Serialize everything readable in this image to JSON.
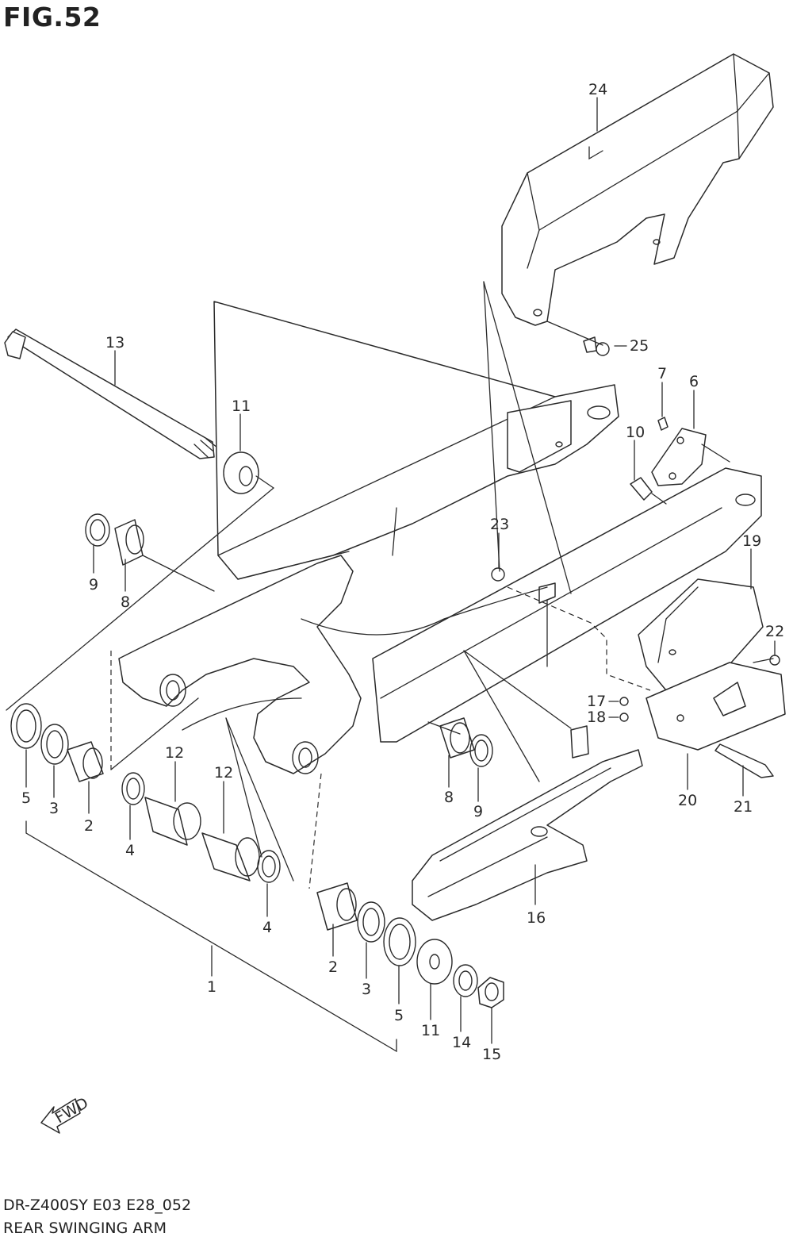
{
  "figure": {
    "title": "FIG.52",
    "model_code": "DR-Z400SY E03 E28_052",
    "section_name": "REAR SWINGING ARM",
    "fwd_marker": "FWD"
  },
  "callouts": {
    "c1": "1",
    "c2a": "2",
    "c2b": "2",
    "c3a": "3",
    "c3b": "3",
    "c4a": "4",
    "c4b": "4",
    "c5a": "5",
    "c5b": "5",
    "c6": "6",
    "c7": "7",
    "c8a": "8",
    "c8b": "8",
    "c9a": "9",
    "c9b": "9",
    "c10": "10",
    "c11a": "11",
    "c11b": "11",
    "c12a": "12",
    "c12b": "12",
    "c13": "13",
    "c14": "14",
    "c15": "15",
    "c16": "16",
    "c17": "17",
    "c18": "18",
    "c19": "19",
    "c20": "20",
    "c21": "21",
    "c22": "22",
    "c23": "23",
    "c24": "24",
    "c25": "25"
  }
}
